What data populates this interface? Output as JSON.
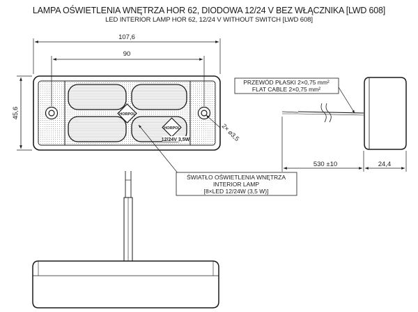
{
  "title_pl": "LAMPA OŚWIETLENIA WNĘTRZA HOR 62, DIODOWA 12/24 V BEZ WŁĄCZNIKA [LWD 608]",
  "title_en": "LED INTERIOR LAMP HOR 62, 12/24 V WITHOUT SWITCH [LWD 608]",
  "dimensions": {
    "width_total": "107,6",
    "hole_spacing": "90",
    "height": "45,6",
    "hole_diameter": "2× ⌀3,5",
    "cable_length": "530 ±10",
    "depth": "24,4"
  },
  "cable_label": {
    "line1": "PRZEWÓD PŁASKI 2×0,75 mm²",
    "line2": "FLAT CABLE 2×0,75 mm²"
  },
  "lamp_label": {
    "line1": "ŚWIATŁO OŚWIETLENIA WNĘTRZA",
    "line2": "INTERIOR LAMP",
    "line3": "[8×LED 12/24W (3,5 W)]"
  },
  "markings": {
    "logo_center": "HORPOL",
    "logo_right": "HORPOL",
    "voltage": "12/24V 3,5W"
  }
}
